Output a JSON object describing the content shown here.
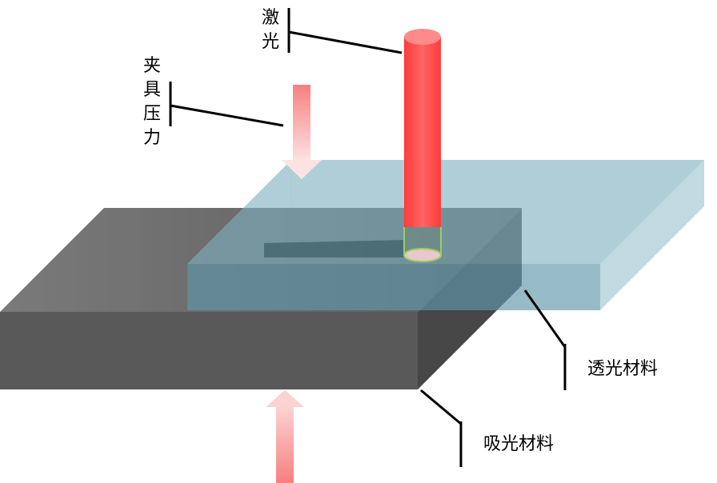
{
  "labels": {
    "laser": [
      "激",
      "光"
    ],
    "clamp_pressure": [
      "夹",
      "具",
      "压",
      "力"
    ],
    "transparent_material": "透光材料",
    "absorbing_material": "吸光材料"
  },
  "colors": {
    "laser": "#ff4d4f",
    "arrow": "#f77f7f",
    "transparent": "#6fa3b3",
    "absorbing": "#5a5a5a",
    "weld": "#9ccc65"
  }
}
